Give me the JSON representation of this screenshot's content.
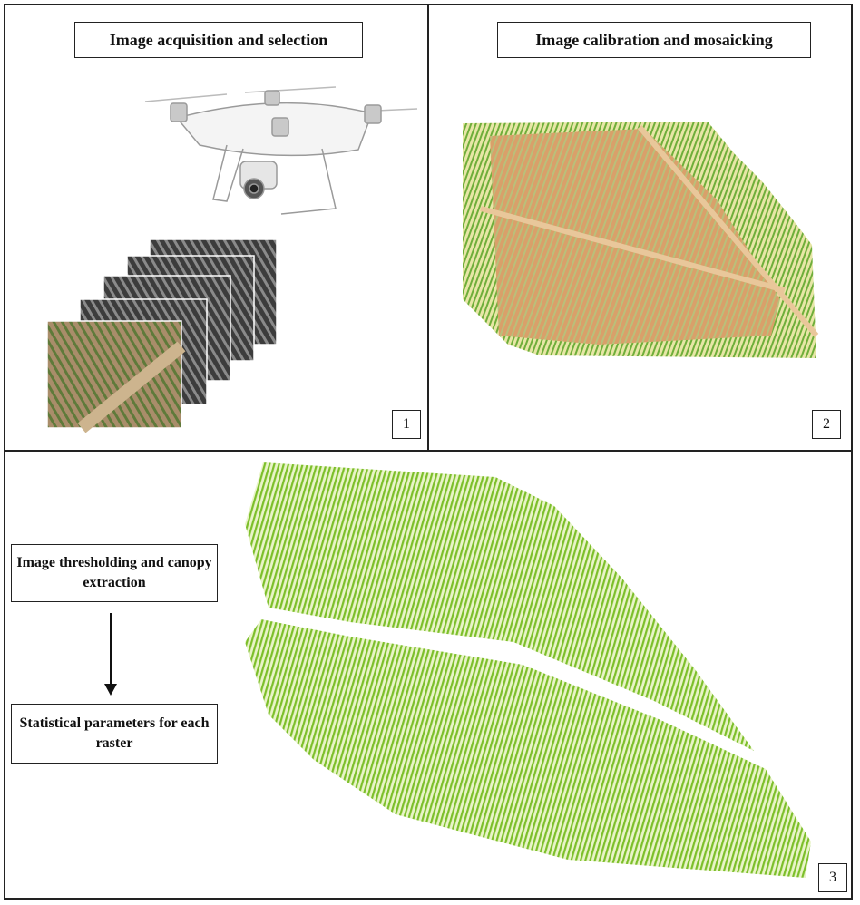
{
  "panel1": {
    "title": "Image acquisition and selection",
    "number": "1"
  },
  "panel2": {
    "title": "Image calibration and mosaicking",
    "number": "2"
  },
  "panel3": {
    "number": "3",
    "step1": "Image thresholding and canopy extraction",
    "step2": "Statistical parameters for each raster"
  },
  "colors": {
    "border": "#222222",
    "vine_green": "#7cbf2a",
    "soil_orange": "#d9a06a"
  }
}
